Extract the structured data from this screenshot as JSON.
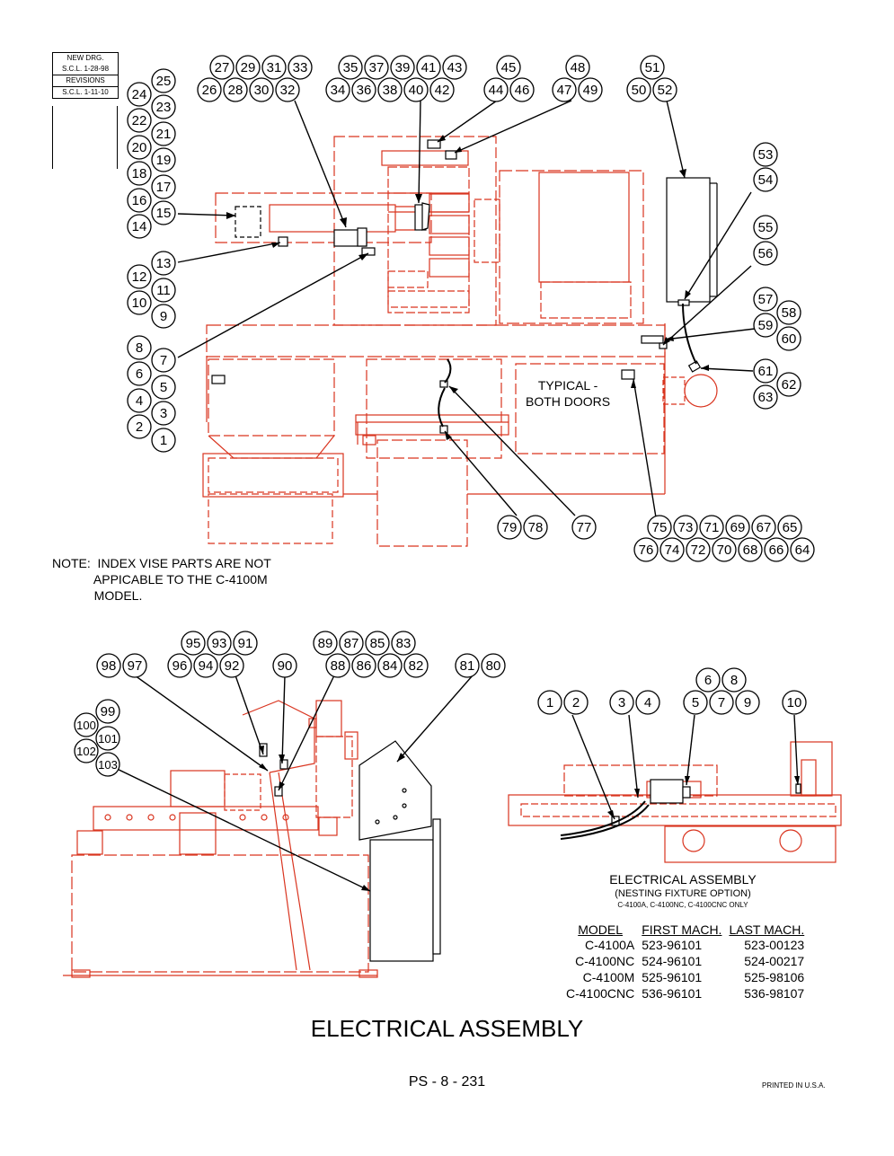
{
  "revision_box": {
    "new_drg": "NEW DRG.",
    "new_drg_date": "S.C.L. 1-28-98",
    "revisions": "REVISIONS",
    "revision_date": "S.C.L. 1-11-10"
  },
  "callouts_top": {
    "c27": "27",
    "c29": "29",
    "c31": "31",
    "c33": "33",
    "c26": "26",
    "c28": "28",
    "c30": "30",
    "c32": "32",
    "c35": "35",
    "c37": "37",
    "c39": "39",
    "c41": "41",
    "c43": "43",
    "c34": "34",
    "c36": "36",
    "c38": "38",
    "c40": "40",
    "c42": "42",
    "c45": "45",
    "c44": "44",
    "c46": "46",
    "c48": "48",
    "c47": "47",
    "c49": "49",
    "c51": "51",
    "c50": "50",
    "c52": "52",
    "c25": "25",
    "c24": "24",
    "c23": "23",
    "c22": "22",
    "c21": "21",
    "c20": "20",
    "c19": "19",
    "c18": "18",
    "c17": "17",
    "c16": "16",
    "c15": "15",
    "c14": "14",
    "c13": "13",
    "c12": "12",
    "c11": "11",
    "c10": "10",
    "c9": "9",
    "c8": "8",
    "c7": "7",
    "c6": "6",
    "c5": "5",
    "c4": "4",
    "c3": "3",
    "c2": "2",
    "c1": "1",
    "c53": "53",
    "c54": "54",
    "c55": "55",
    "c56": "56",
    "c57": "57",
    "c58": "58",
    "c59": "59",
    "c60": "60",
    "c61": "61",
    "c62": "62",
    "c63": "63",
    "c79": "79",
    "c78": "78",
    "c77": "77",
    "c75": "75",
    "c73": "73",
    "c71": "71",
    "c69": "69",
    "c67": "67",
    "c65": "65",
    "c76": "76",
    "c74": "74",
    "c72": "72",
    "c70": "70",
    "c68": "68",
    "c66": "66",
    "c64": "64"
  },
  "callouts_bottom_left": {
    "c95": "95",
    "c93": "93",
    "c91": "91",
    "c96": "96",
    "c94": "94",
    "c92": "92",
    "c98": "98",
    "c97": "97",
    "c90": "90",
    "c89": "89",
    "c87": "87",
    "c85": "85",
    "c83": "83",
    "c88": "88",
    "c86": "86",
    "c84": "84",
    "c82": "82",
    "c81": "81",
    "c80": "80",
    "c99": "99",
    "c100": "100",
    "c101": "101",
    "c102": "102",
    "c103": "103"
  },
  "callouts_bottom_right": {
    "d1": "1",
    "d2": "2",
    "d3": "3",
    "d4": "4",
    "d6": "6",
    "d8": "8",
    "d5": "5",
    "d7": "7",
    "d9": "9",
    "d10": "10"
  },
  "typical_label": "TYPICAL -\nBOTH DOORS",
  "note": "NOTE:  INDEX VISE PARTS ARE NOT\n            APPICABLE TO THE C-4100M\n            MODEL.",
  "nesting": {
    "title": "ELECTRICAL ASSEMBLY",
    "subtitle": "(NESTING FIXTURE OPTION)",
    "models_only": "C-4100A, C-4100NC, C-4100CNC ONLY"
  },
  "model_table": {
    "headers": [
      "MODEL",
      "FIRST MACH.",
      "LAST MACH."
    ],
    "rows": [
      [
        "C-4100A",
        "523-96101",
        "523-00123"
      ],
      [
        "C-4100NC",
        "524-96101",
        "524-00217"
      ],
      [
        "C-4100M",
        "525-96101",
        "525-98106"
      ],
      [
        "C-4100CNC",
        "536-96101",
        "536-98107"
      ]
    ]
  },
  "title": "ELECTRICAL ASSEMBLY",
  "page_number": "PS - 8 - 231",
  "printed": "PRINTED IN U.S.A.",
  "colors": {
    "machine_lines": "#d9341f",
    "callout_lines": "#000000"
  }
}
